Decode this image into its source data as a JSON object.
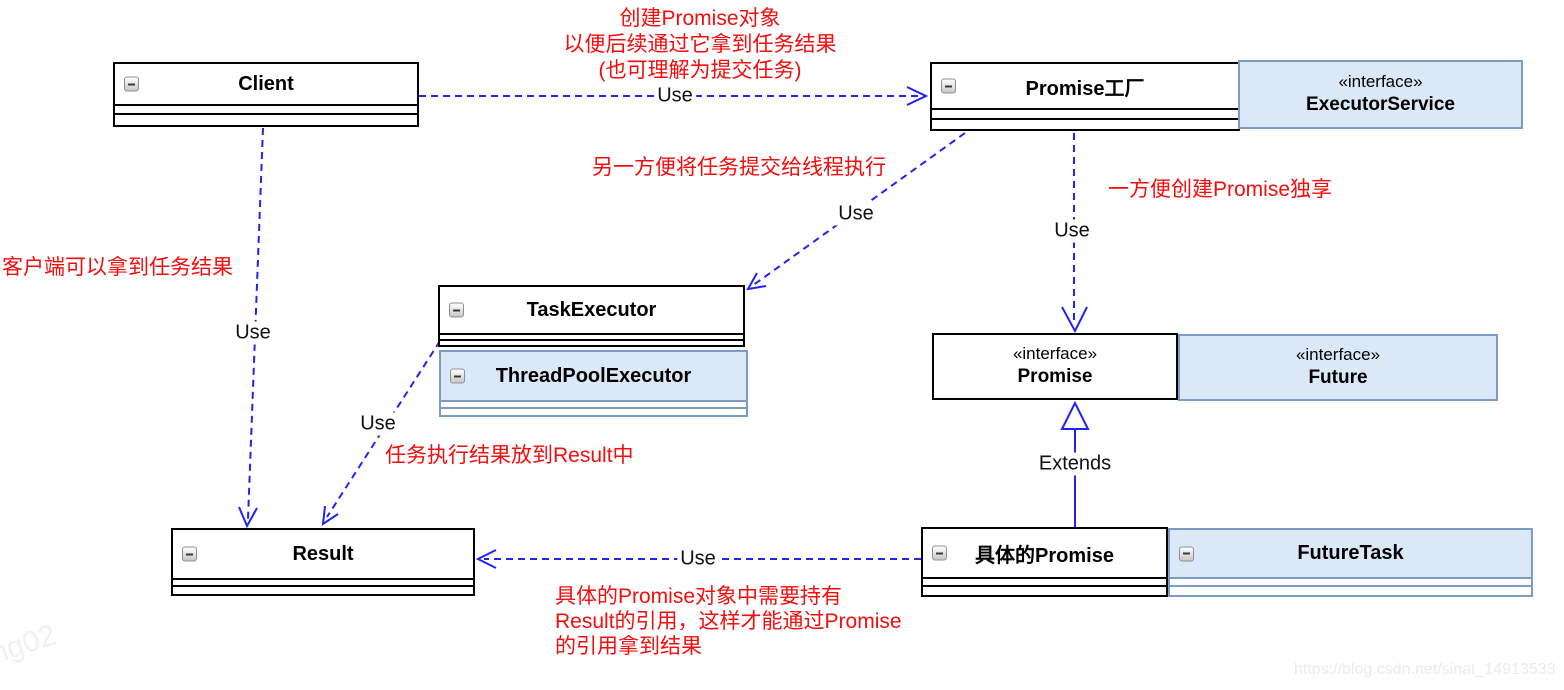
{
  "nodes": {
    "client": {
      "title": "Client"
    },
    "promise_factory": {
      "title": "Promise工厂"
    },
    "executor_service": {
      "stereotype": "«interface»",
      "title": "ExecutorService"
    },
    "task_executor": {
      "title": "TaskExecutor"
    },
    "thread_pool_executor": {
      "title": "ThreadPoolExecutor"
    },
    "promise_interface": {
      "stereotype": "«interface»",
      "title": "Promise"
    },
    "future_interface": {
      "stereotype": "«interface»",
      "title": "Future"
    },
    "result": {
      "title": "Result"
    },
    "concrete_promise": {
      "title": "具体的Promise"
    },
    "future_task": {
      "title": "FutureTask"
    }
  },
  "edges": {
    "client_to_factory": {
      "label": "Use"
    },
    "client_to_result": {
      "label": "Use"
    },
    "factory_to_task_executor": {
      "label": "Use"
    },
    "factory_to_promise": {
      "label": "Use"
    },
    "task_executor_to_result": {
      "label": "Use"
    },
    "concrete_promise_to_result": {
      "label": "Use"
    },
    "concrete_promise_extends_promise": {
      "label": "Extends"
    }
  },
  "annotations": {
    "create_promise": {
      "lines": [
        "创建Promise对象",
        "以便后续通过它拿到任务结果",
        "(也可理解为提交任务)"
      ]
    },
    "submit_to_thread": {
      "lines": [
        "另一方便将任务提交给线程执行"
      ]
    },
    "create_promise_exclusive": {
      "lines": [
        "一方便创建Promise独享"
      ]
    },
    "client_gets_result": {
      "lines": [
        "客户端可以拿到任务结果"
      ]
    },
    "result_stored": {
      "lines": [
        "任务执行结果放到Result中"
      ]
    },
    "promise_holds_result": {
      "lines": [
        "具体的Promise对象中需要持有",
        "Result的引用，这样才能通过Promise",
        "的引用拿到结果"
      ]
    }
  },
  "watermarks": {
    "corner": "ng02",
    "url": "https://blog.csdn.net/sinat_14913533"
  },
  "colors": {
    "arrow_blue": "#2323f0",
    "annotation_red": "#f30d0d",
    "box_fill_blue": "#dbe8f8",
    "box_border_blue": "#7d9cc4"
  }
}
